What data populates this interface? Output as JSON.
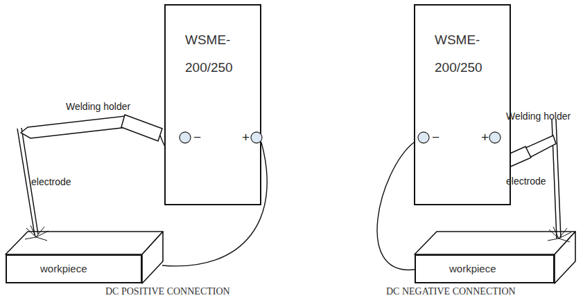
{
  "diagram": {
    "nodes": [
      {
        "text": [
          "WSME- 200/250"
        ]
      },
      {
        "text": [
          "workpiece"
        ]
      },
      {
        "text": [
          "WSME- 200/250"
        ]
      },
      {
        "text": [
          "workpiece"
        ]
      }
    ],
    "edges": [
      {
        "from": 0,
        "to": 1,
        "arrow": "none"
      },
      {
        "from": 2,
        "to": 3,
        "arrow": "none"
      }
    ],
    "labels": [
      "Welding holder",
      "electrode",
      "−",
      "+",
      "DC POSITIVE CONNECTION",
      "Welding holder",
      "electrode",
      "−",
      "+",
      "DC NEGATIVE CONNECTION"
    ]
  }
}
